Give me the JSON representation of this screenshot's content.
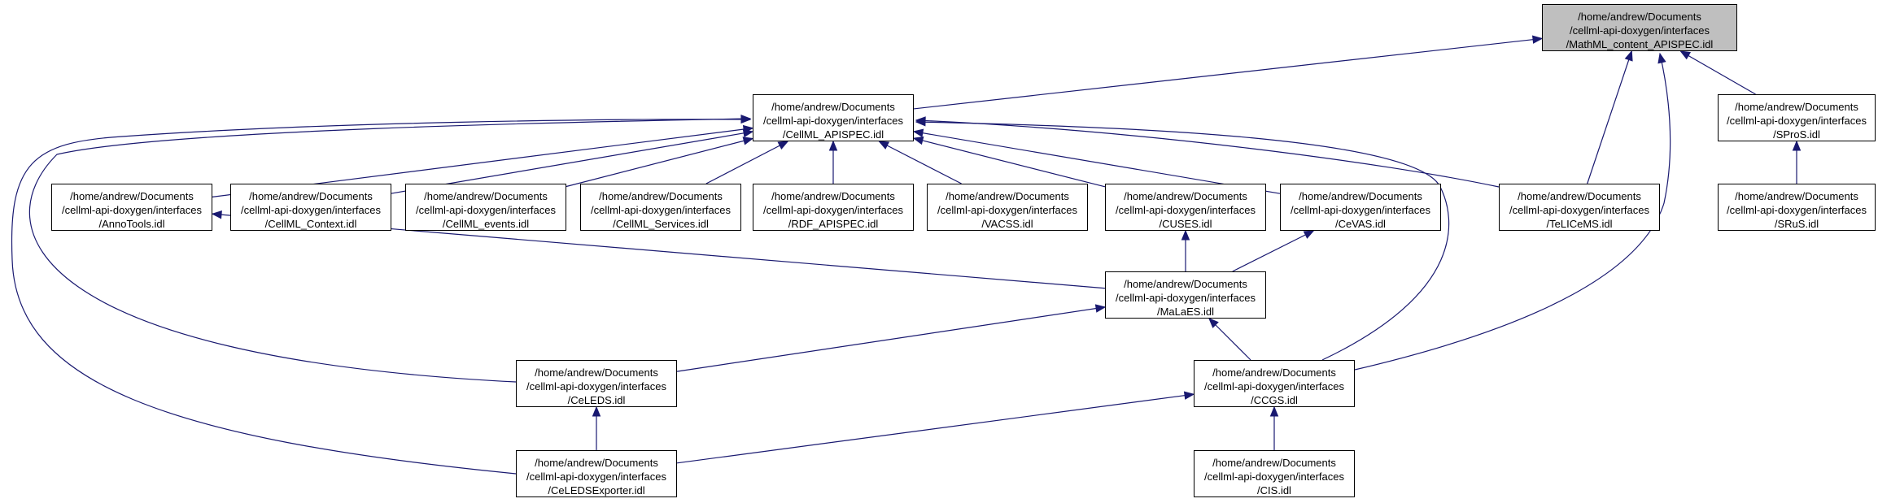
{
  "graph": {
    "edge_color": "#191970",
    "root_fill": "#bfbfbf",
    "nodes": {
      "mathml": {
        "lines": [
          "/home/andrew/Documents",
          "/cellml-api-doxygen/interfaces",
          "/MathML_content_APISPEC.idl"
        ],
        "root": true
      },
      "cellml": {
        "lines": [
          "/home/andrew/Documents",
          "/cellml-api-doxygen/interfaces",
          "/CellML_APISPEC.idl"
        ]
      },
      "spros": {
        "lines": [
          "/home/andrew/Documents",
          "/cellml-api-doxygen/interfaces",
          "/SProS.idl"
        ]
      },
      "annotools": {
        "lines": [
          "/home/andrew/Documents",
          "/cellml-api-doxygen/interfaces",
          "/AnnoTools.idl"
        ]
      },
      "context": {
        "lines": [
          "/home/andrew/Documents",
          "/cellml-api-doxygen/interfaces",
          "/CellML_Context.idl"
        ]
      },
      "events": {
        "lines": [
          "/home/andrew/Documents",
          "/cellml-api-doxygen/interfaces",
          "/CellML_events.idl"
        ]
      },
      "services": {
        "lines": [
          "/home/andrew/Documents",
          "/cellml-api-doxygen/interfaces",
          "/CellML_Services.idl"
        ]
      },
      "rdf": {
        "lines": [
          "/home/andrew/Documents",
          "/cellml-api-doxygen/interfaces",
          "/RDF_APISPEC.idl"
        ]
      },
      "vacss": {
        "lines": [
          "/home/andrew/Documents",
          "/cellml-api-doxygen/interfaces",
          "/VACSS.idl"
        ]
      },
      "cuses": {
        "lines": [
          "/home/andrew/Documents",
          "/cellml-api-doxygen/interfaces",
          "/CUSES.idl"
        ]
      },
      "cevas": {
        "lines": [
          "/home/andrew/Documents",
          "/cellml-api-doxygen/interfaces",
          "/CeVAS.idl"
        ]
      },
      "telicems": {
        "lines": [
          "/home/andrew/Documents",
          "/cellml-api-doxygen/interfaces",
          "/TeLICeMS.idl"
        ]
      },
      "srus": {
        "lines": [
          "/home/andrew/Documents",
          "/cellml-api-doxygen/interfaces",
          "/SRuS.idl"
        ]
      },
      "malaes": {
        "lines": [
          "/home/andrew/Documents",
          "/cellml-api-doxygen/interfaces",
          "/MaLaES.idl"
        ]
      },
      "celeds": {
        "lines": [
          "/home/andrew/Documents",
          "/cellml-api-doxygen/interfaces",
          "/CeLEDS.idl"
        ]
      },
      "ccgs": {
        "lines": [
          "/home/andrew/Documents",
          "/cellml-api-doxygen/interfaces",
          "/CCGS.idl"
        ]
      },
      "exporter": {
        "lines": [
          "/home/andrew/Documents",
          "/cellml-api-doxygen/interfaces",
          "/CeLEDSExporter.idl"
        ]
      },
      "cis": {
        "lines": [
          "/home/andrew/Documents",
          "/cellml-api-doxygen/interfaces",
          "/CIS.idl"
        ]
      }
    },
    "edges": [
      {
        "from": "cellml",
        "to": "mathml"
      },
      {
        "from": "telicems",
        "to": "mathml"
      },
      {
        "from": "spros",
        "to": "mathml"
      },
      {
        "from": "ccgs",
        "to": "mathml"
      },
      {
        "from": "annotools",
        "to": "cellml"
      },
      {
        "from": "context",
        "to": "cellml"
      },
      {
        "from": "events",
        "to": "cellml"
      },
      {
        "from": "services",
        "to": "cellml"
      },
      {
        "from": "rdf",
        "to": "cellml"
      },
      {
        "from": "vacss",
        "to": "cellml"
      },
      {
        "from": "cuses",
        "to": "cellml"
      },
      {
        "from": "cevas",
        "to": "cellml"
      },
      {
        "from": "telicems",
        "to": "cellml"
      },
      {
        "from": "celeds",
        "to": "cellml"
      },
      {
        "from": "exporter",
        "to": "cellml"
      },
      {
        "from": "ccgs",
        "to": "cellml"
      },
      {
        "from": "srus",
        "to": "spros"
      },
      {
        "from": "malaes",
        "to": "annotools"
      },
      {
        "from": "malaes",
        "to": "cuses"
      },
      {
        "from": "malaes",
        "to": "cevas"
      },
      {
        "from": "celeds",
        "to": "malaes"
      },
      {
        "from": "ccgs",
        "to": "malaes"
      },
      {
        "from": "exporter",
        "to": "celeds"
      },
      {
        "from": "exporter",
        "to": "ccgs"
      },
      {
        "from": "cis",
        "to": "ccgs"
      }
    ]
  }
}
